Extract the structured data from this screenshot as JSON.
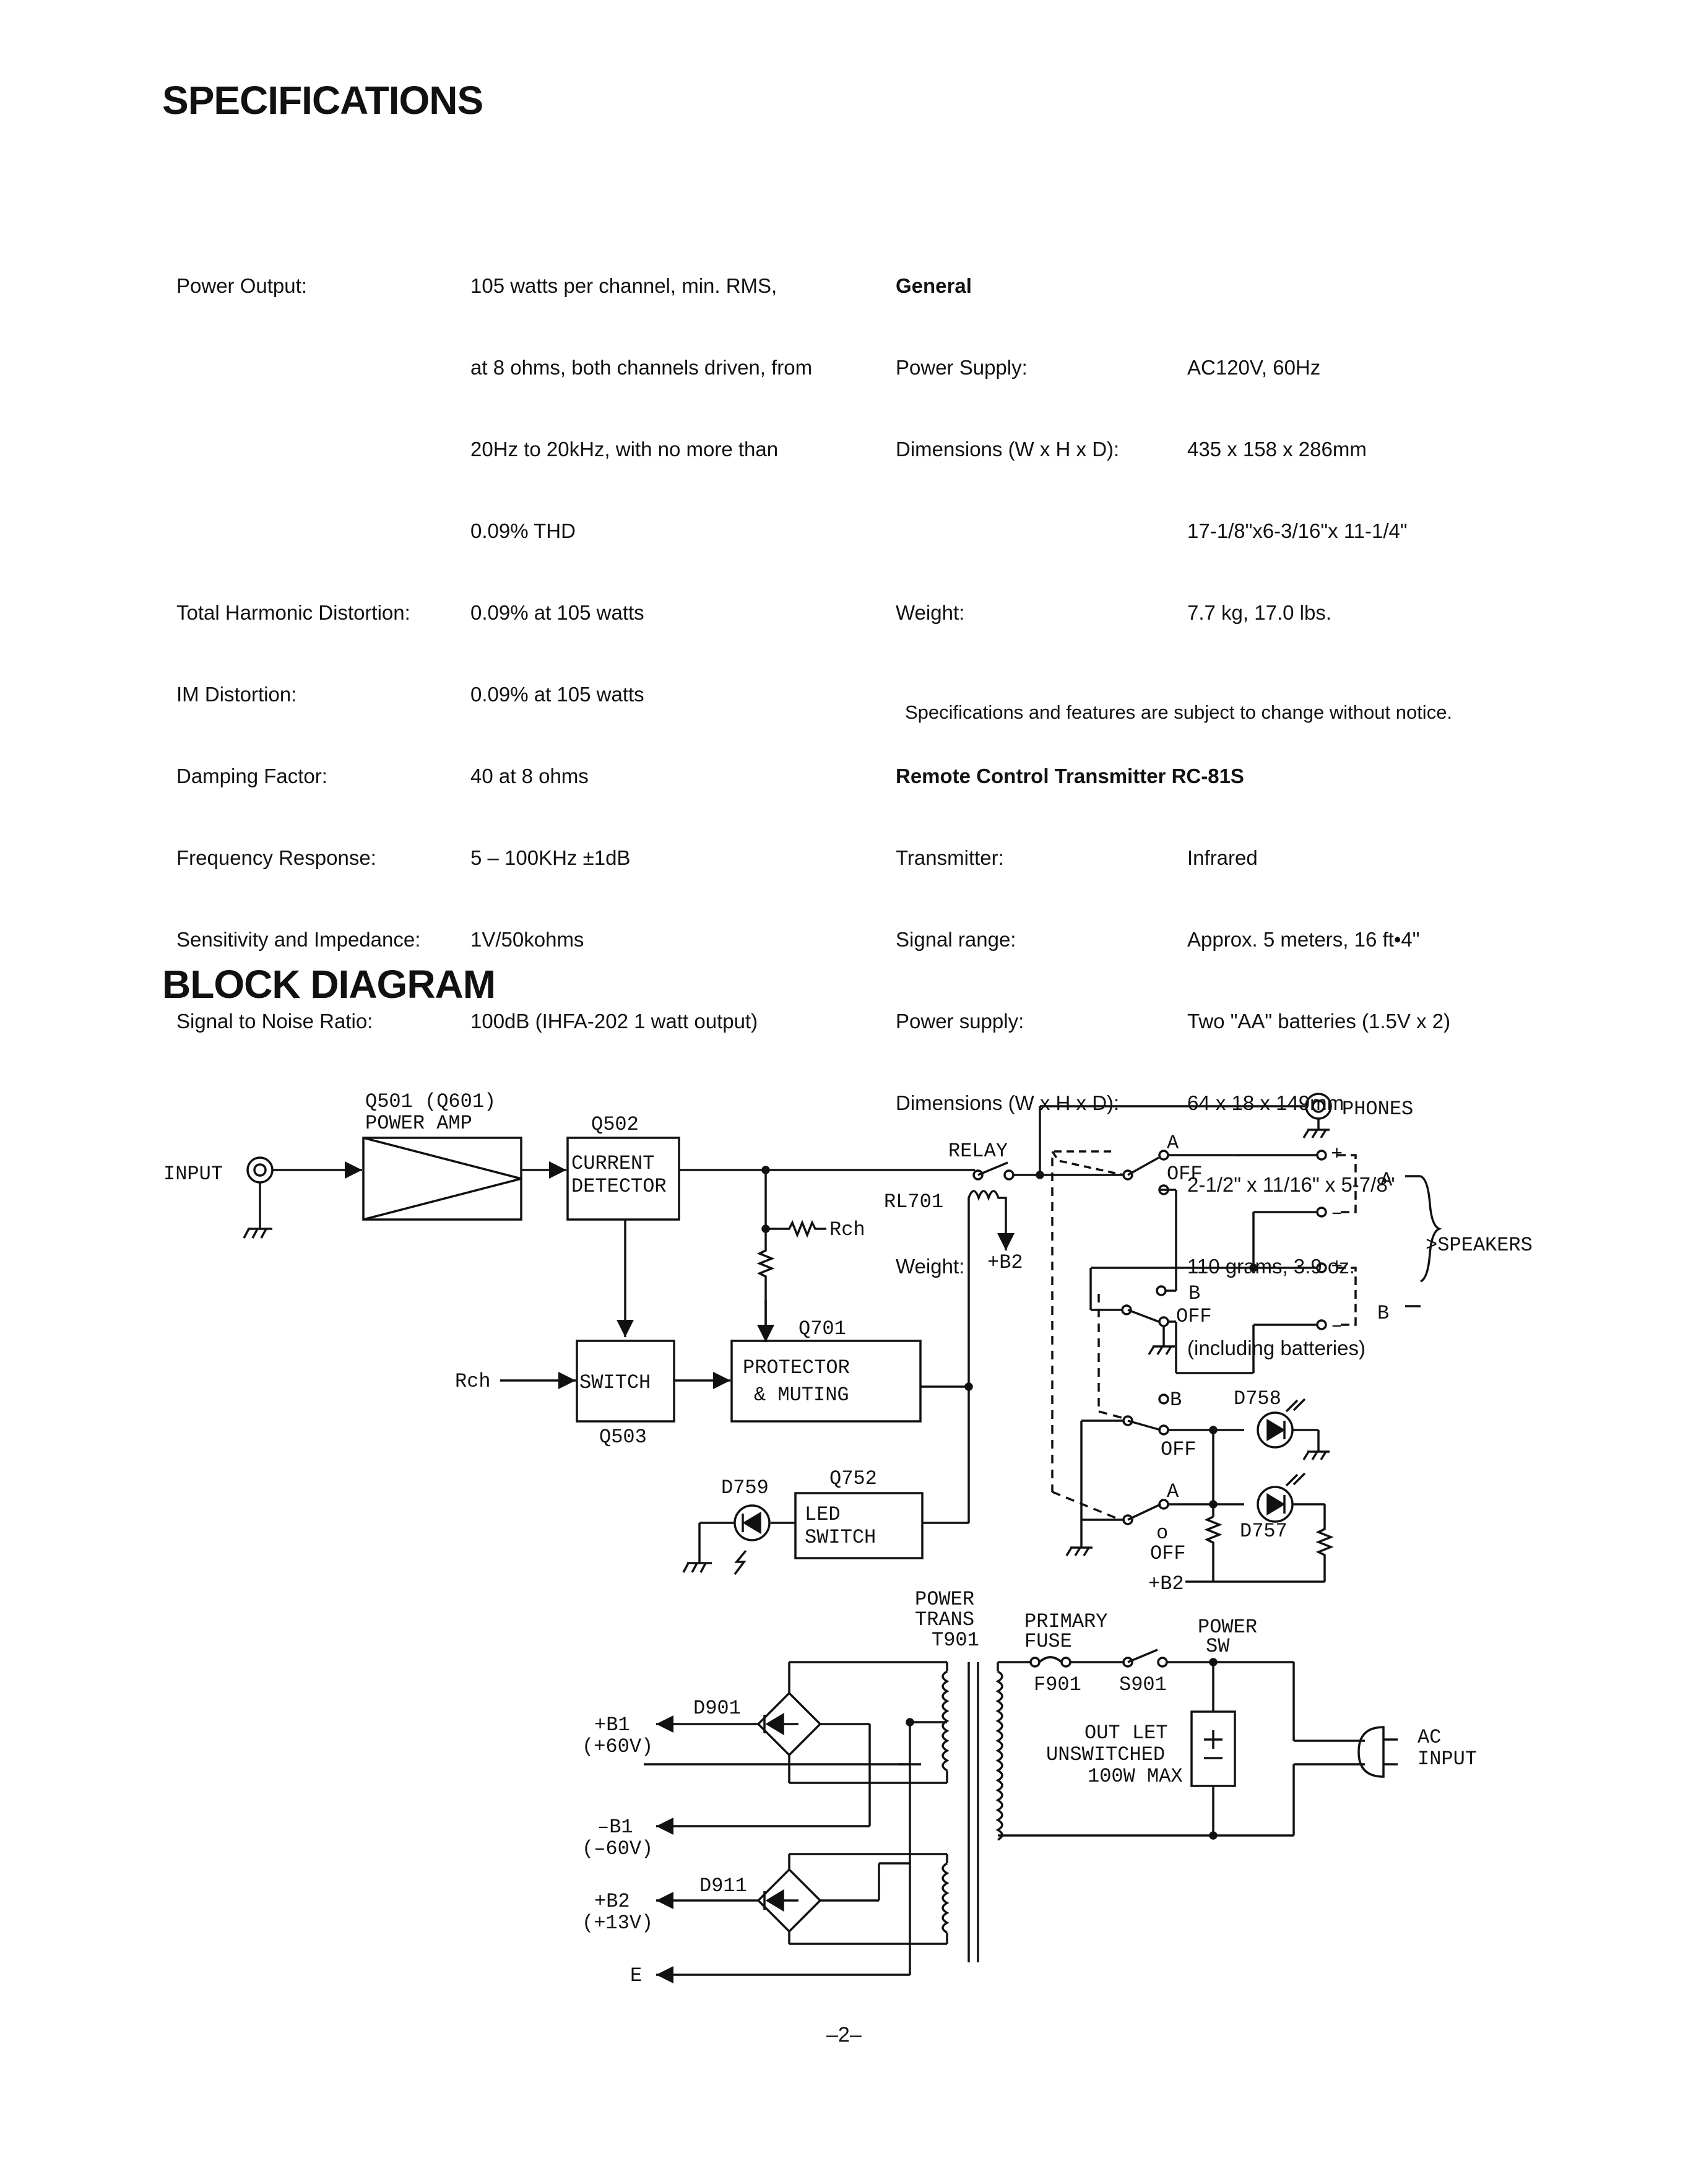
{
  "titles": {
    "specifications": "SPECIFICATIONS",
    "block_diagram": "BLOCK  DIAGRAM"
  },
  "specs_left": [
    {
      "label": "Power Output:",
      "value": "105 watts per channel, min. RMS,"
    },
    {
      "label": "",
      "value": "at 8 ohms, both channels driven, from"
    },
    {
      "label": "",
      "value": "20Hz to 20kHz, with no more than"
    },
    {
      "label": "",
      "value": "0.09% THD"
    },
    {
      "label": "Total Harmonic Distortion:",
      "value": "0.09% at 105 watts"
    },
    {
      "label": "IM Distortion:",
      "value": "0.09% at 105 watts"
    },
    {
      "label": "Damping Factor:",
      "value": "40 at 8 ohms"
    },
    {
      "label": "Frequency Response:",
      "value": "5 – 100KHz ±1dB"
    },
    {
      "label": "Sensitivity and Impedance:",
      "value": "1V/50kohms"
    },
    {
      "label": "Signal to Noise Ratio:",
      "value": "100dB (IHFA-202 1 watt output)"
    }
  ],
  "specs_general": {
    "heading": "General",
    "rows": [
      {
        "label": "Power Supply:",
        "value": "AC120V, 60Hz"
      },
      {
        "label": "Dimensions (W x H x D):",
        "value": "435 x 158 x 286mm"
      },
      {
        "label": "",
        "value": "17-1/8\"x6-3/16\"x 11-1/4\""
      },
      {
        "label": "Weight:",
        "value": "7.7 kg, 17.0 lbs."
      }
    ]
  },
  "specs_remote": {
    "heading": "Remote Control Transmitter RC-81S",
    "rows": [
      {
        "label": "Transmitter:",
        "value": "Infrared"
      },
      {
        "label": "Signal range:",
        "value": "Approx. 5 meters, 16 ft•4\""
      },
      {
        "label": "Power supply:",
        "value": "Two \"AA\" batteries (1.5V x 2)"
      },
      {
        "label": "Dimensions (W x H x D):",
        "value": "64 x 18 x 149mm"
      },
      {
        "label": "",
        "value": "2-1/2\" x 11/16\" x 5-7/8\""
      },
      {
        "label": "Weight:",
        "value": "110 grams, 3.9 oz."
      },
      {
        "label": "",
        "value": "(including batteries)"
      }
    ]
  },
  "notice": "Specifications and features are subject to change without notice.",
  "page_number": "–2–",
  "diagram": {
    "input": "INPUT",
    "q501_a": "Q501 (Q601)",
    "q501_b": "POWER  AMP",
    "q502": "Q502",
    "current_a": "CURRENT",
    "current_b": "DETECTOR",
    "relay": "RELAY",
    "rl701": "RL701",
    "b2": "+B2",
    "rch_resistor": "Rch",
    "rch_input": "Rch",
    "switch_label": "SWITCH",
    "q503": "Q503",
    "q701": "Q701",
    "protector_a": "PROTECTOR",
    "protector_b": "& MUTING",
    "d759": "D759",
    "q752": "Q752",
    "led_a": "LED",
    "led_b": "SWITCH",
    "phones": "PHONES",
    "speakers": ">SPEAKERS",
    "spk_a": "A",
    "spk_b": "B",
    "sw_a1": "A",
    "sw_off1": "OFF",
    "sw_b1": "B",
    "sw_off2": "OFF",
    "sw_b2": "B",
    "sw_off3": "OFF",
    "sw_a2": "A",
    "sw_o": "o",
    "sw_off4": "OFF",
    "d758": "D758",
    "d757": "D757",
    "b2_bottom": "+B2",
    "plus1": "+",
    "minus1": "–",
    "plus2": "+",
    "minus2": "–",
    "power_trans_a": "POWER",
    "power_trans_b": "TRANS",
    "t901": "T901",
    "primary_a": "PRIMARY",
    "primary_b": "FUSE",
    "f901": "F901",
    "s901": "S901",
    "power_sw_a": "POWER",
    "power_sw_b": "SW",
    "outlet_a": "OUT LET",
    "outlet_b": "UNSWITCHED",
    "outlet_c": "100W MAX",
    "ac_a": "AC",
    "ac_b": "INPUT",
    "d901": "D901",
    "d911": "D911",
    "b1p": "+B1",
    "b1p_v": "(+60V)",
    "b1n": "–B1",
    "b1n_v": "(–60V)",
    "b2p": "+B2",
    "b2p_v": "(+13V)",
    "e": "E"
  }
}
